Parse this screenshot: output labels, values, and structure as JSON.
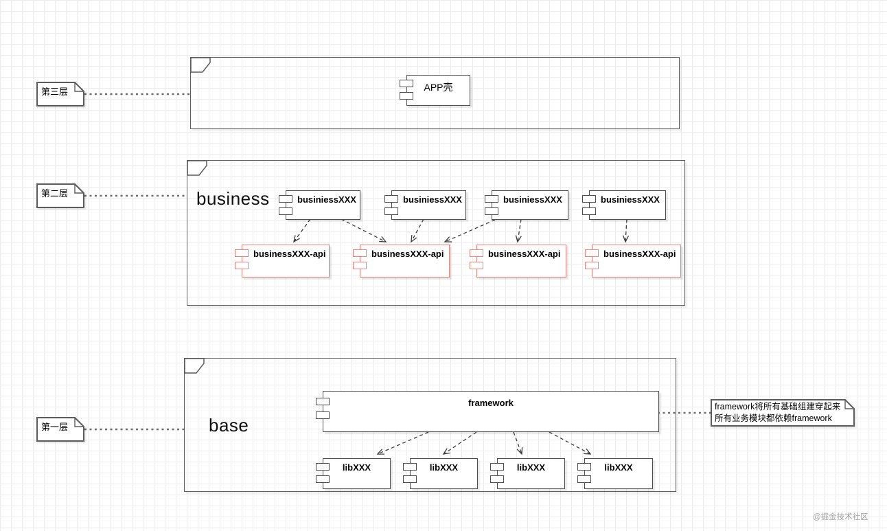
{
  "diagram": {
    "watermark": "@掘金技术社区",
    "notes": {
      "layer3": "第三层",
      "layer2": "第二层",
      "layer1": "第一层",
      "framework_line1": "framework将所有基础组建穿起来",
      "framework_line2": "所有业务模块都依赖framework"
    },
    "top_layer": {
      "app_shell": "APP壳"
    },
    "business_layer": {
      "title": "business",
      "modules": [
        "businiessXXX",
        "businiessXXX",
        "businiessXXX",
        "businiessXXX"
      ],
      "api_modules": [
        "businessXXX-api",
        "businessXXX-api",
        "businessXXX-api",
        "businessXXX-api"
      ]
    },
    "base_layer": {
      "title": "base",
      "framework": "framework",
      "libs": [
        "libXXX",
        "libXXX",
        "libXXX",
        "libXXX"
      ]
    },
    "colors": {
      "shape_border": "#4d4d4d",
      "frame_border": "#5c5c5c",
      "api_border": "#e8837e",
      "note_connector": "#6b6b6b",
      "arrow": "#3a3a3a",
      "grid": "#ececec",
      "watermark_color": "#a3a3a3"
    }
  }
}
